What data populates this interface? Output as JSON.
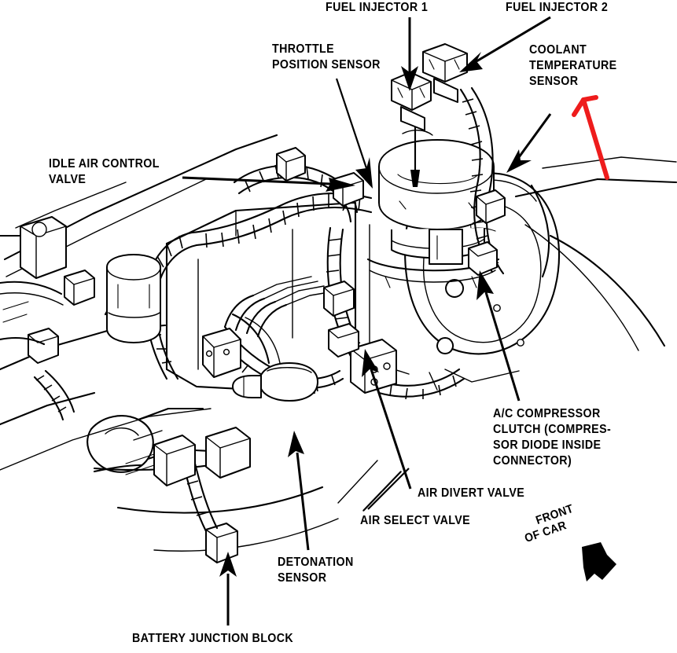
{
  "document": {
    "type": "automotive-wiring-diagram",
    "subject": "Engine compartment sensor and connector locations",
    "ink_color": "#000000",
    "annotation_color": "#ee1c1c",
    "background_color": "#ffffff"
  },
  "labels": {
    "fuel_injector_1": "FUEL INJECTOR 1",
    "fuel_injector_2": "FUEL INJECTOR 2",
    "throttle_position_sensor_l1": "THROTTLE",
    "throttle_position_sensor_l2": "POSITION SENSOR",
    "coolant_temperature_sensor_l1": "COOLANT",
    "coolant_temperature_sensor_l2": "TEMPERATURE",
    "coolant_temperature_sensor_l3": "SENSOR",
    "idle_air_control_valve_l1": "IDLE AIR CONTROL",
    "idle_air_control_valve_l2": "VALVE",
    "ac_compressor_clutch_l1": "A/C COMPRESSOR",
    "ac_compressor_clutch_l2": "CLUTCH (COMPRES-",
    "ac_compressor_clutch_l3": "SOR DIODE INSIDE",
    "ac_compressor_clutch_l4": "CONNECTOR)",
    "air_divert_valve": "AIR DIVERT VALVE",
    "air_select_valve": "AIR SELECT VALVE",
    "detonation_sensor_l1": "DETONATION",
    "detonation_sensor_l2": "SENSOR",
    "battery_junction_block": "BATTERY JUNCTION BLOCK",
    "front_of_car_l1": "FRONT",
    "front_of_car_l2": "OF CAR"
  },
  "callouts": [
    {
      "name": "fuel-injector-1",
      "text": "FUEL INJECTOR 1",
      "arrow": "down"
    },
    {
      "name": "fuel-injector-2",
      "text": "FUEL INJECTOR 2",
      "arrow": "down-left"
    },
    {
      "name": "throttle-position-sensor",
      "text": "THROTTLE POSITION SENSOR",
      "arrow": "down-right"
    },
    {
      "name": "coolant-temperature-sensor",
      "text": "COOLANT TEMPERATURE SENSOR",
      "arrow": "down-left"
    },
    {
      "name": "idle-air-control-valve",
      "text": "IDLE AIR CONTROL VALVE",
      "arrow": "right"
    },
    {
      "name": "ac-compressor-clutch",
      "text": "A/C COMPRESSOR CLUTCH (COMPRESSOR DIODE INSIDE CONNECTOR)",
      "arrow": "up-left"
    },
    {
      "name": "air-divert-valve",
      "text": "AIR DIVERT VALVE",
      "arrow": "up-left"
    },
    {
      "name": "air-select-valve",
      "text": "AIR SELECT VALVE",
      "arrow": "up-right"
    },
    {
      "name": "detonation-sensor",
      "text": "DETONATION SENSOR",
      "arrow": "up-left"
    },
    {
      "name": "battery-junction-block",
      "text": "BATTERY JUNCTION BLOCK",
      "arrow": "up"
    },
    {
      "name": "front-of-car",
      "text": "FRONT OF CAR",
      "arrow": "down-right-solid"
    }
  ],
  "annotation": {
    "name": "red-highlight-arrow",
    "color": "#ee1c1c",
    "points_to": "COOLANT TEMPERATURE SENSOR",
    "direction": "up-left"
  }
}
